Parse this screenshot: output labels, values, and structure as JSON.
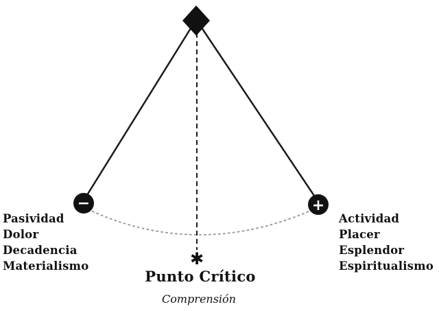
{
  "diagram": {
    "negative_symbol": "−",
    "positive_symbol": "+",
    "center_symbol": "✱"
  },
  "left_pole": {
    "items": [
      "Pasividad",
      "Dolor",
      "Decadencia",
      "Materialismo"
    ]
  },
  "right_pole": {
    "items": [
      "Actividad",
      "Placer",
      "Esplendor",
      "Espiritualismo"
    ]
  },
  "critical_point": {
    "title": "Punto Crítico",
    "subtitle": "Comprensión"
  },
  "colors": {
    "ink": "#111111",
    "arc": "#9a9a9a",
    "background": "#ffffff"
  }
}
